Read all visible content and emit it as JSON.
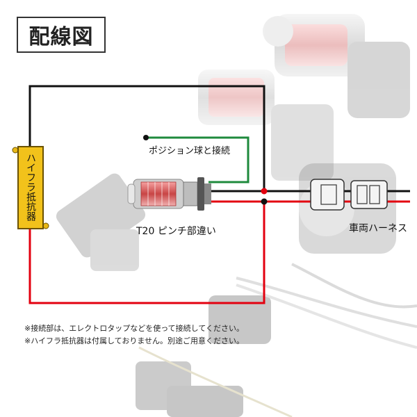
{
  "title": "配線図",
  "labels": {
    "position_connect": "ポジション球と接続",
    "resistor": "ハイフラ抵抗器",
    "bulb": "T20 ピンチ部違い",
    "harness": "車両ハーネス"
  },
  "notes": [
    "※接続部は、エレクトロタップなどを使って接続してください。",
    "※ハイフラ抵抗器は付属しておりません。別途ご用意ください。"
  ],
  "colors": {
    "black_wire": "#111111",
    "red_wire": "#e3000f",
    "green_wire": "#1e8a3c",
    "resistor": "#f2c21b"
  }
}
